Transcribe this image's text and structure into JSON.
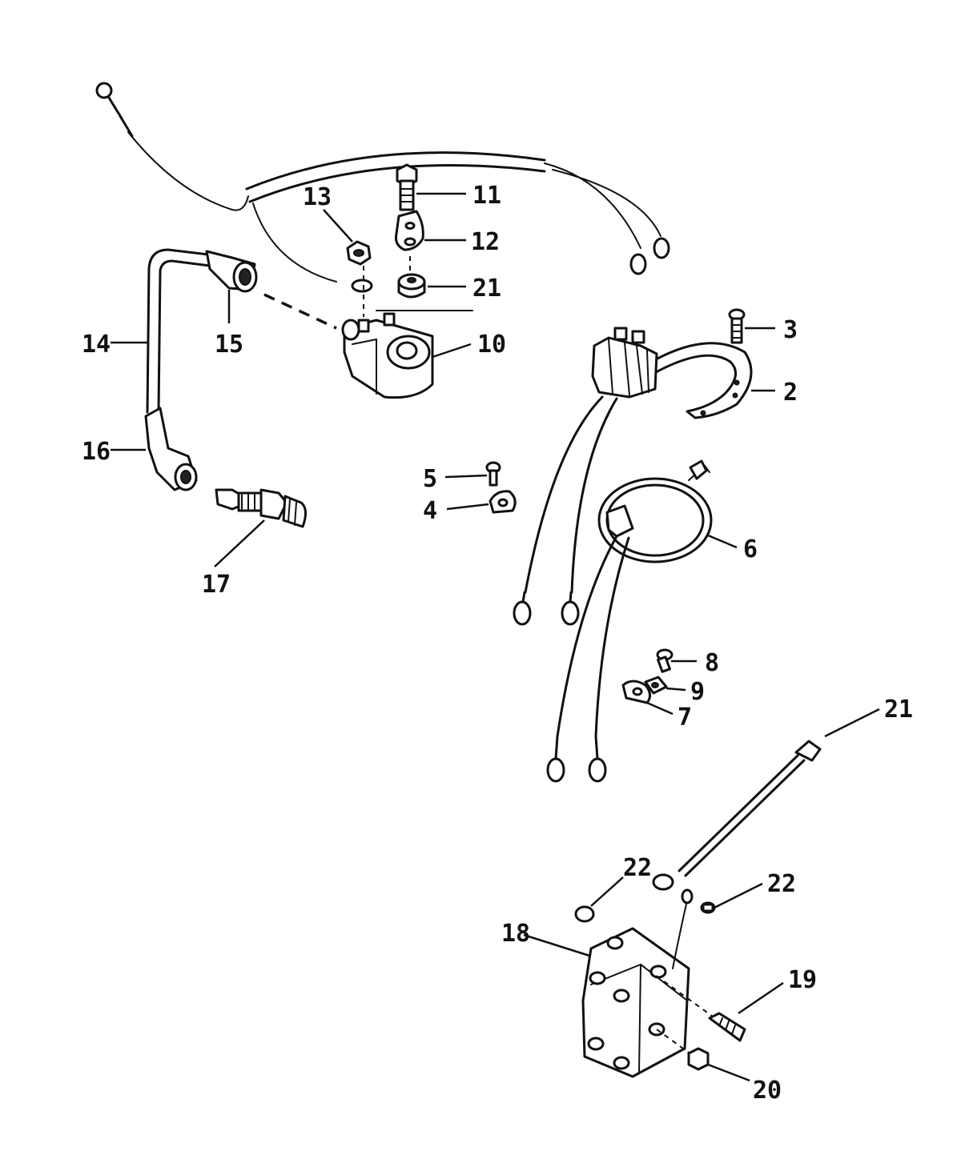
{
  "callouts": [
    {
      "key": "c2",
      "text": "2"
    },
    {
      "key": "c3",
      "text": "3"
    },
    {
      "key": "c4",
      "text": "4"
    },
    {
      "key": "c5",
      "text": "5"
    },
    {
      "key": "c6",
      "text": "6"
    },
    {
      "key": "c7",
      "text": "7"
    },
    {
      "key": "c8",
      "text": "8"
    },
    {
      "key": "c9",
      "text": "9"
    },
    {
      "key": "c10",
      "text": "10"
    },
    {
      "key": "c11",
      "text": "11"
    },
    {
      "key": "c12",
      "text": "12"
    },
    {
      "key": "c13",
      "text": "13"
    },
    {
      "key": "c14",
      "text": "14"
    },
    {
      "key": "c15",
      "text": "15"
    },
    {
      "key": "c16",
      "text": "16"
    },
    {
      "key": "c17",
      "text": "17"
    },
    {
      "key": "c18",
      "text": "18"
    },
    {
      "key": "c19",
      "text": "19"
    },
    {
      "key": "c20",
      "text": "20"
    },
    {
      "key": "c21a",
      "text": "21"
    },
    {
      "key": "c21b",
      "text": "21"
    },
    {
      "key": "c22a",
      "text": "22"
    },
    {
      "key": "c22b",
      "text": "22"
    }
  ],
  "colors": {
    "line": "#111111",
    "background": "#ffffff"
  }
}
